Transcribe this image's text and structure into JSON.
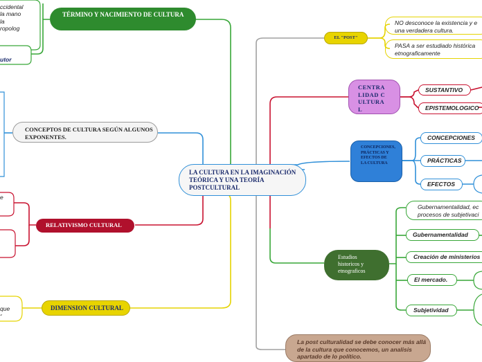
{
  "center": {
    "title": "LA CULTURA EN LA IMAGINACIÓN TEÓRICA Y UNA TEORÍA POSTCULTURAL"
  },
  "left": {
    "termino": {
      "title": "TÉRMINO Y NACIMIENTO DE CULTURA",
      "fragment_top": "ccidental\nla mano\nla\nropolog",
      "fragment_bottom": "utor\ne"
    },
    "conceptos": {
      "title": "CONCEPTOS DE CULTURA SEGÚN ALGUNOS EXPONENTES."
    },
    "relativismo": {
      "title": "RELATIVISMO CULTURAL",
      "fragment": "e"
    },
    "dimension": {
      "title": "DIMENSION CULTURAL",
      "fragment": "que\nr"
    }
  },
  "right": {
    "post": {
      "title": "EL \"POST\"",
      "items": [
        "NO desconoce la existencia y e una verdadera cultura.",
        "PASA a ser estudiado histórica etnograficamente"
      ]
    },
    "centralidad": {
      "title": "CENTRALIDAD CULTURAL",
      "items": [
        "SUSTANTIVO",
        "EPISTEMOLOGICO"
      ]
    },
    "concepciones": {
      "title": "CONCEPCIONES, PRÁCTICAS Y EFECTOS DE LA CULTURA",
      "items": [
        "CONCEPCIONES",
        "PRÁCTICAS",
        "EFECTOS"
      ]
    },
    "estudios": {
      "title": "Estudios historicos y etnograficos",
      "items": [
        "Gubernamentalidad, ec procesos de subjetivaci",
        "Gubernamentalidad",
        "Creación de ministerios",
        "El mercado.",
        "Subjetividad"
      ]
    },
    "postcultural_note": "La post culturalidad se debe conocer más allá de la cultura que conocemos, un analisis apartado de lo político."
  },
  "colors": {
    "green": "#2e8b2e",
    "gray": "#9a9a9a",
    "blue": "#2f8fd8",
    "red": "#c8102e",
    "yellow": "#e8d400",
    "purple": "#d08be0",
    "dark_green": "#3f6f2f",
    "tan": "#c8a790"
  }
}
